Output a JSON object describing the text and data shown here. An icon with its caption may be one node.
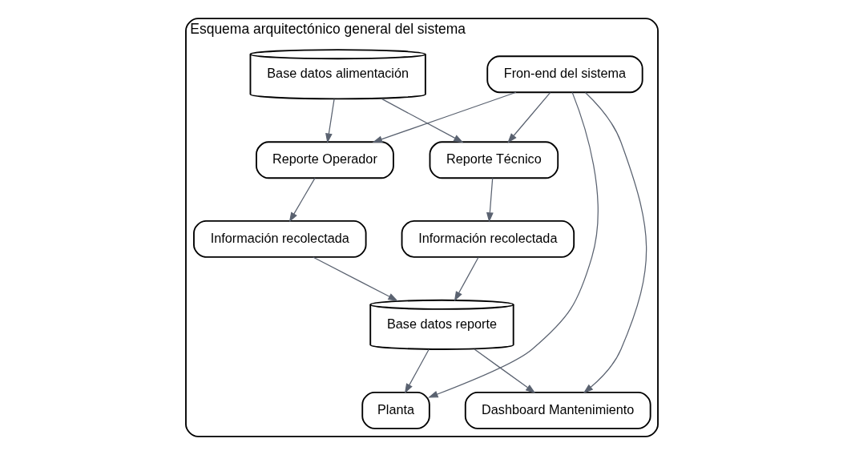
{
  "diagram": {
    "nodes": [
      {
        "text": [
          "Esquema arquitectónico general del sistema"
        ]
      },
      {
        "text": [
          "Base datos alimentación"
        ],
        "in": 0
      },
      {
        "text": [
          "Base datos reporte"
        ],
        "in": 0
      },
      {
        "text": [
          "Fron-end del sistema"
        ],
        "in": 0
      },
      {
        "text": [
          "Reporte Operador"
        ],
        "in": 0
      },
      {
        "text": [
          "Reporte Técnico"
        ],
        "in": 0
      },
      {
        "text": [
          "Dashboard Mantenimiento"
        ],
        "in": 0
      },
      {
        "text": [
          "Planta"
        ],
        "in": 0
      },
      {
        "text": [
          "Información recolectada"
        ],
        "in": 0
      },
      {
        "text": [
          "Información recolectada"
        ],
        "in": 0
      }
    ],
    "edges": [
      {
        "from": 3,
        "to": 4,
        "arrow": "to"
      },
      {
        "from": 3,
        "to": 5,
        "arrow": "to"
      },
      {
        "from": 3,
        "to": 6,
        "arrow": "to"
      },
      {
        "from": 3,
        "to": 7,
        "arrow": "to"
      },
      {
        "from": 1,
        "to": 4,
        "arrow": "to"
      },
      {
        "from": 1,
        "to": 5,
        "arrow": "to"
      },
      {
        "from": 4,
        "to": 8,
        "arrow": "to"
      },
      {
        "from": 5,
        "to": 9,
        "arrow": "to"
      },
      {
        "from": 8,
        "to": 2,
        "arrow": "to"
      },
      {
        "from": 9,
        "to": 2,
        "arrow": "to"
      },
      {
        "from": 2,
        "to": 6,
        "arrow": "to"
      },
      {
        "from": 2,
        "to": 7,
        "arrow": "to"
      }
    ]
  }
}
